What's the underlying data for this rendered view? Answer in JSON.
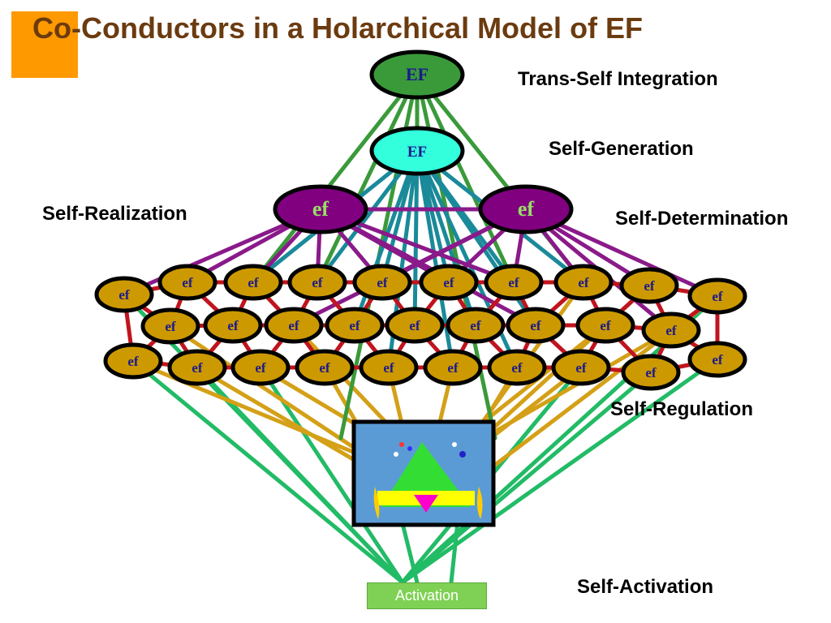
{
  "slide": {
    "title": "Co-Conductors in a Holarchical Model of EF",
    "labels": {
      "trans_self_integration": "Trans-Self Integration",
      "self_generation": "Self-Generation",
      "self_realization": "Self-Realization",
      "self_determination": "Self-Determination",
      "self_regulation": "Self-Regulation",
      "self_activation": "Self-Activation"
    },
    "activation_label": "Activation"
  },
  "nodes": {
    "top_node_label": "EF",
    "generation_node_label": "EF",
    "realization_node_label": "ef",
    "determination_node_label": "ef",
    "grid_node_label": "ef"
  },
  "colors": {
    "title": "#6b3b10",
    "accent_square": "#ff9900",
    "top_node_fill": "#3a9a3a",
    "generation_node_fill": "#33ffdd",
    "mid_node_fill": "#800080",
    "mid_node_text": "#99dd66",
    "grid_node_fill": "#cc9900",
    "grid_node_text": "#1a1a8c",
    "link_green": "#3a9a3a",
    "link_teal": "#1a8a9a",
    "link_purple": "#8a1a8a",
    "link_red": "#c0141e",
    "link_gold": "#d4a017",
    "link_bright_green": "#22bb66",
    "activation_fill": "#7fd155"
  }
}
